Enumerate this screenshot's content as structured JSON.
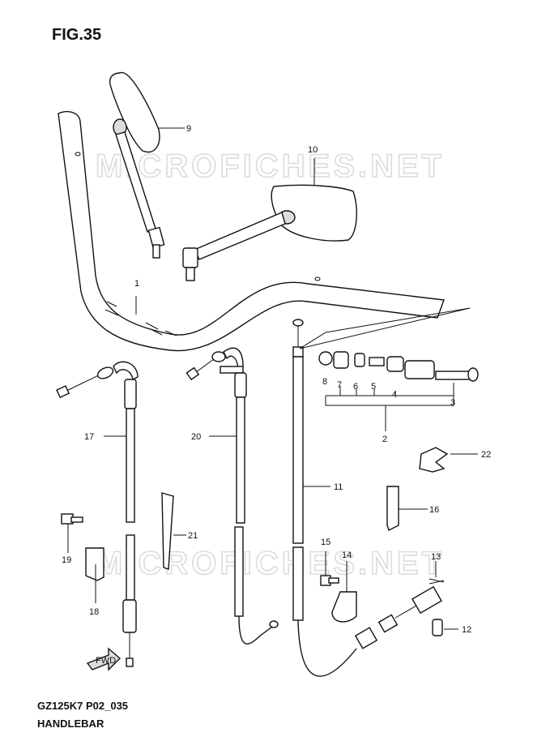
{
  "figure": {
    "title": "FIG.35",
    "model_code": "GZ125K7 P02_035",
    "section_name": "HANDLEBAR"
  },
  "watermark": "MICROFICHES.NET",
  "fwd_mark": "FWD",
  "callouts": [
    "1",
    "2",
    "3",
    "4",
    "5",
    "6",
    "7",
    "8",
    "9",
    "10",
    "11",
    "12",
    "13",
    "14",
    "15",
    "16",
    "17",
    "18",
    "19",
    "20",
    "21",
    "22"
  ]
}
